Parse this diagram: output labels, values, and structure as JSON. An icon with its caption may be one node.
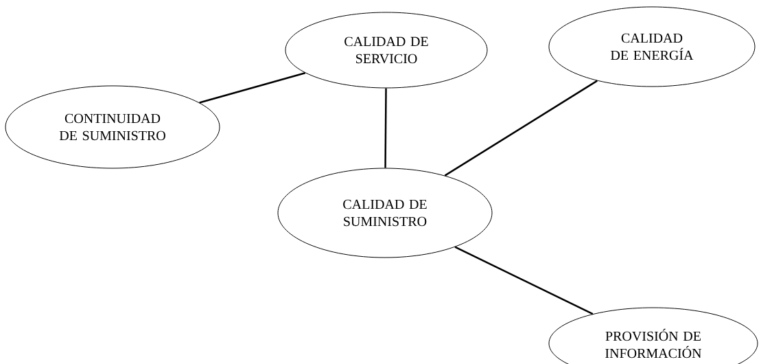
{
  "diagram": {
    "nodes": [
      {
        "text": [
          "CALIDAD DE SERVICIO"
        ]
      },
      {
        "text": [
          "CALIDAD DE ENERGÍA"
        ]
      },
      {
        "text": [
          "CONTINUIDAD DE SUMINISTRO"
        ]
      },
      {
        "text": [
          "CALIDAD DE SUMINISTRO"
        ]
      },
      {
        "text": [
          "PROVISIÓN DE INFORMACIÓN"
        ]
      }
    ],
    "edges": [
      {
        "from": 2,
        "to": 0,
        "arrow": "none"
      },
      {
        "from": 0,
        "to": 3,
        "arrow": "none"
      },
      {
        "from": 3,
        "to": 1,
        "arrow": "none"
      },
      {
        "from": 3,
        "to": 4,
        "arrow": "none"
      }
    ]
  }
}
